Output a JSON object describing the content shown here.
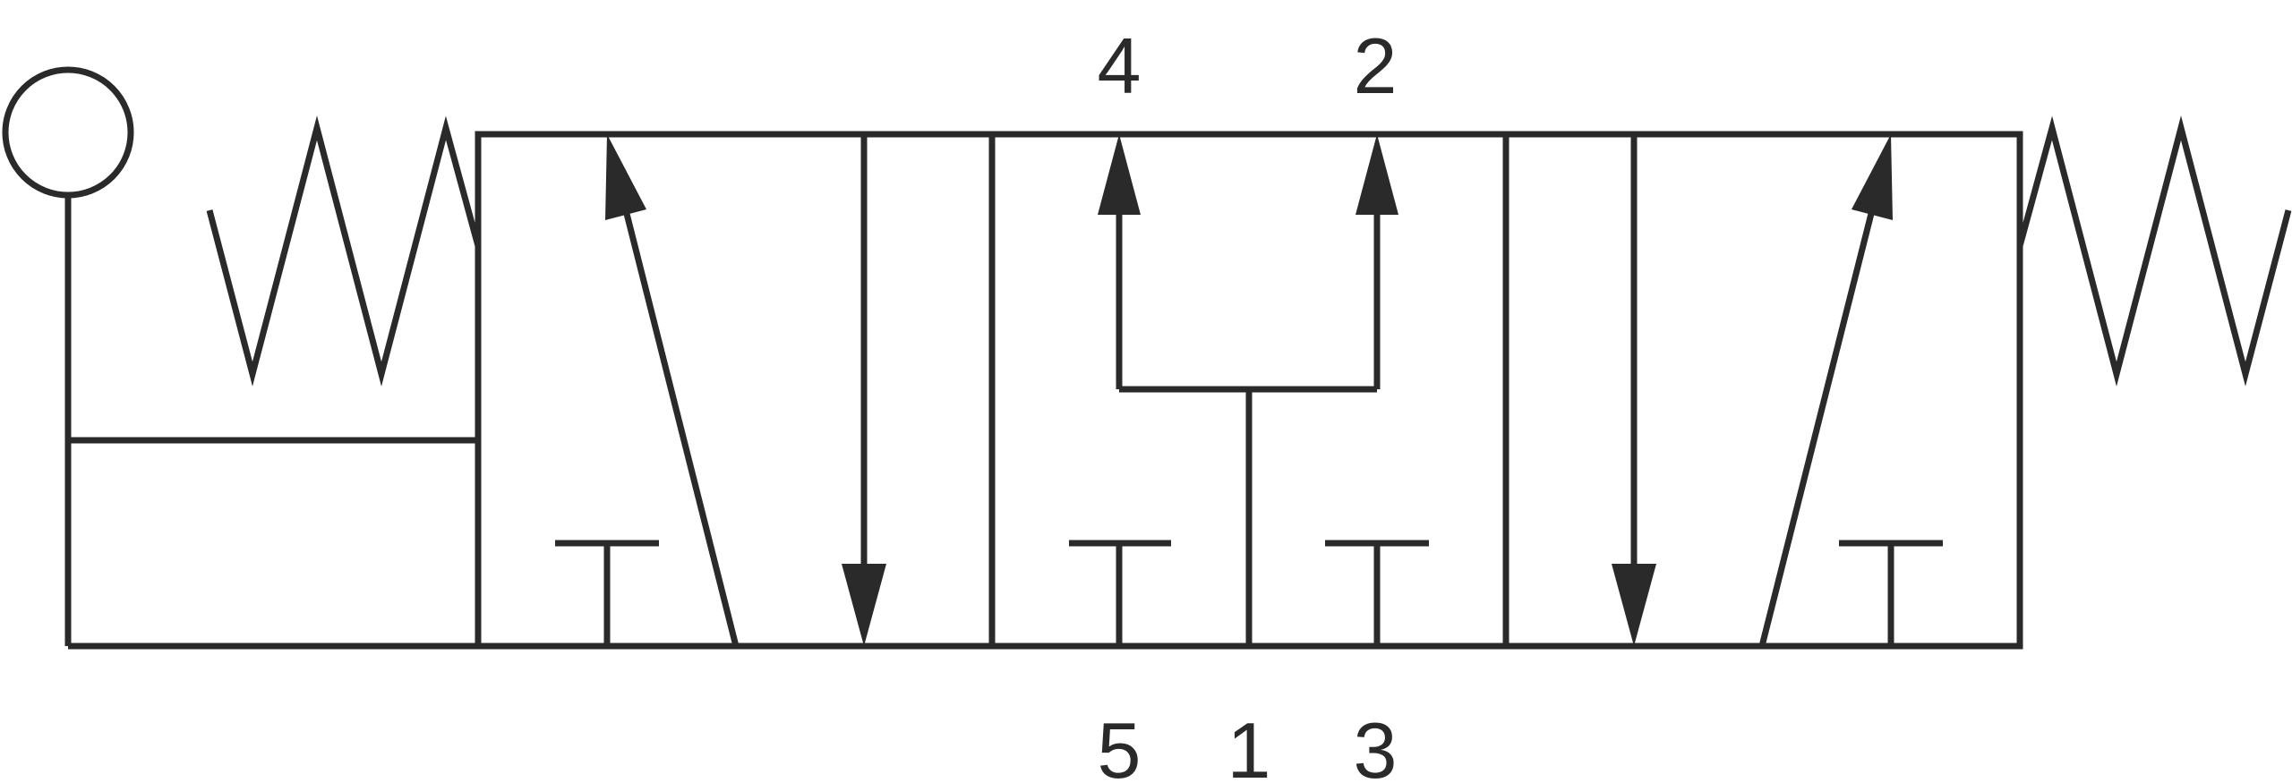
{
  "diagram": {
    "type": "pneumatic 5/3 directional control valve symbol",
    "ports": {
      "top": [
        "4",
        "2"
      ],
      "bottom": [
        "5",
        "1",
        "3"
      ]
    },
    "line_color": "#2a2a2a",
    "background": "#ffffff"
  }
}
